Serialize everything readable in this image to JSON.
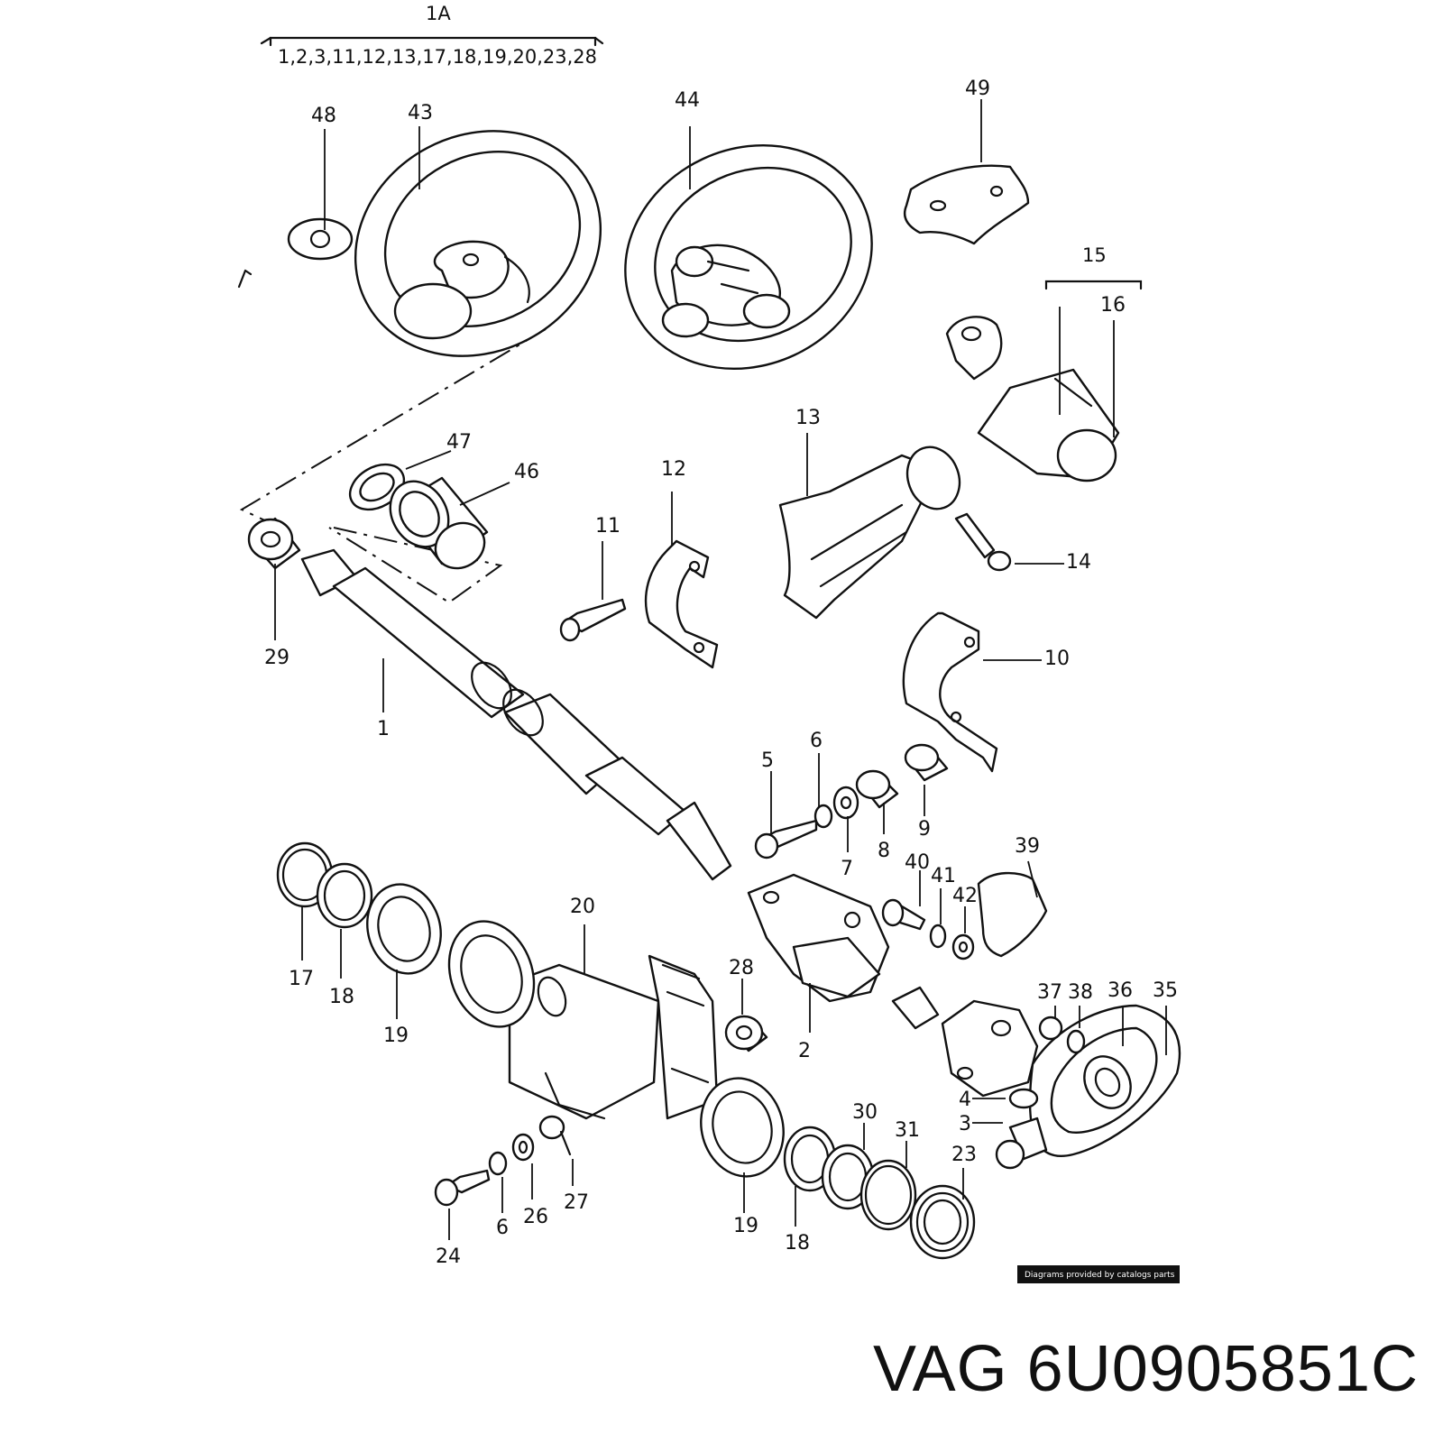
{
  "group": {
    "title": "1A",
    "members": "1,2,3,11,12,13,17,18,19,20,23,28"
  },
  "group15": "15",
  "labels": {
    "l1": "1",
    "l2": "2",
    "l3": "3",
    "l4": "4",
    "l5": "5",
    "l6a": "6",
    "l6b": "6",
    "l7": "7",
    "l8": "8",
    "l9": "9",
    "l10": "10",
    "l11": "11",
    "l12": "12",
    "l13": "13",
    "l14": "14",
    "l16": "16",
    "l17": "17",
    "l18a": "18",
    "l18b": "18",
    "l19a": "19",
    "l19b": "19",
    "l20": "20",
    "l23": "23",
    "l24": "24",
    "l26": "26",
    "l27": "27",
    "l28": "28",
    "l29": "29",
    "l30": "30",
    "l31": "31",
    "l35": "35",
    "l36": "36",
    "l37": "37",
    "l38": "38",
    "l39": "39",
    "l40": "40",
    "l41": "41",
    "l42": "42",
    "l43": "43",
    "l44": "44",
    "l46": "46",
    "l47": "47",
    "l48": "48",
    "l49": "49"
  },
  "credit": "Diagrams provided by catalogs parts",
  "part_number": "VAG 6U0905851C"
}
